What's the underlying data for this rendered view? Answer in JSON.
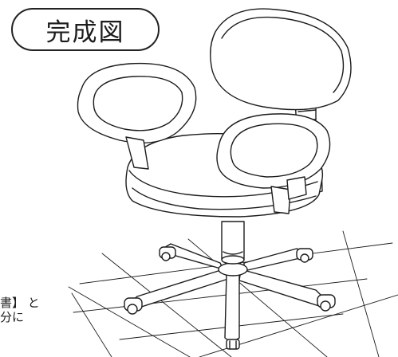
{
  "title": "完成図",
  "margin_text_line1": "書】 と",
  "margin_text_line2": "分に"
}
